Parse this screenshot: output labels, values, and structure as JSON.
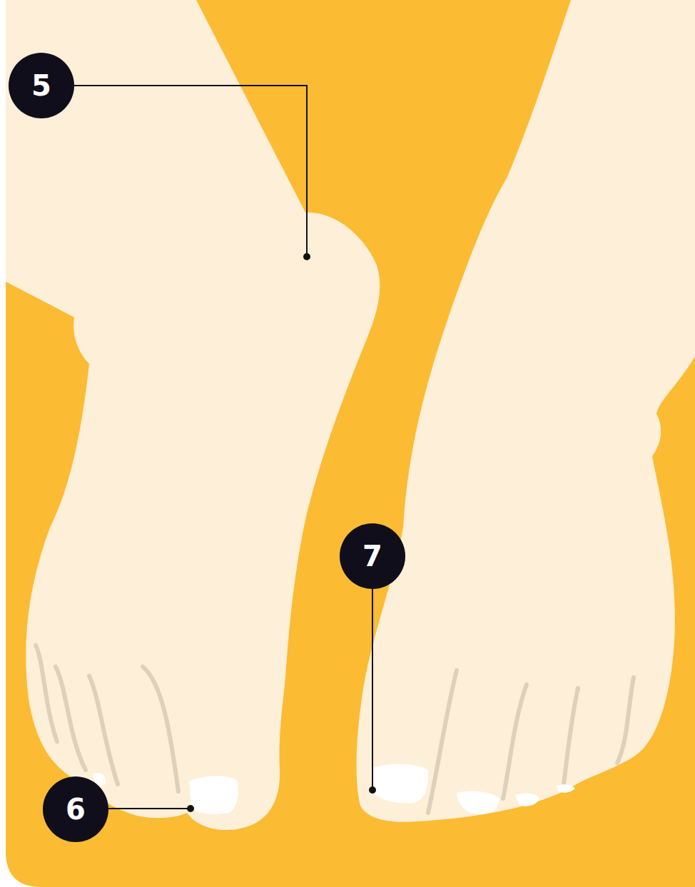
{
  "diagram": {
    "labels": [
      "5",
      "6",
      "7"
    ]
  }
}
